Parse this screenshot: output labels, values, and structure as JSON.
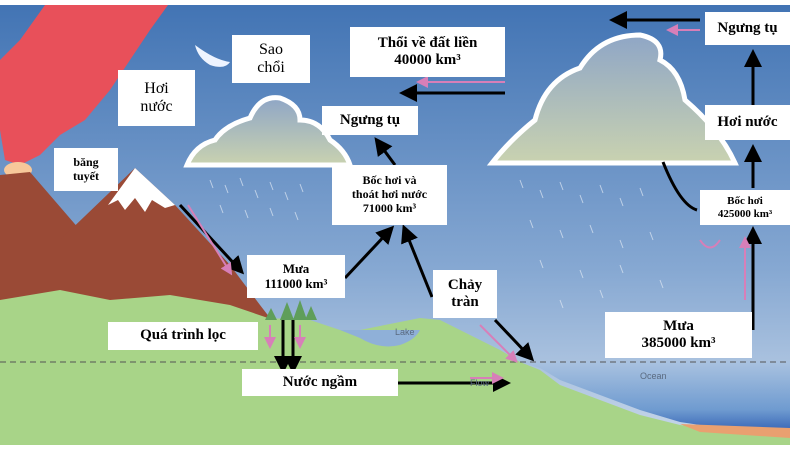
{
  "labels": {
    "sao_choi": [
      "Sao",
      "chổi"
    ],
    "hoi_nuoc_left": [
      "Hơi",
      "nước"
    ],
    "bang_tuyet": [
      "băng",
      "tuyết"
    ],
    "thoi_ve_dat_lien": [
      "Thổi về đất liền",
      "40000 km³"
    ],
    "ngung_tu_left": "Ngưng tụ",
    "boc_hoi_thoat_hoi": [
      "Bốc hơi và",
      "thoát hơi nước",
      "71000 km³"
    ],
    "mua_land": [
      "Mưa",
      "111000 km³"
    ],
    "chay_tran": [
      "Chảy",
      "tràn"
    ],
    "qua_trinh_loc": "Quá trình lọc",
    "nuoc_ngam": "Nước ngầm",
    "ngung_tu_right": "Ngưng tụ",
    "hoi_nuoc_right": "Hơi nước",
    "boc_hoi_ocean": [
      "Bốc hơi",
      "425000 km³"
    ],
    "mua_ocean": [
      "Mưa",
      "385000 km³"
    ],
    "lake": "Lake",
    "flow": "Flow",
    "ocean": "Ocean"
  },
  "colors": {
    "sky_top": "#3f6fb0",
    "sky_bottom": "#b9cde3",
    "plume": "#e8505a",
    "mountain": "#9a4a36",
    "land": "#9fcf7c",
    "ocean": "#8fb0d8",
    "arrow": "#000000",
    "arrow_pink": "#d77fb8"
  }
}
